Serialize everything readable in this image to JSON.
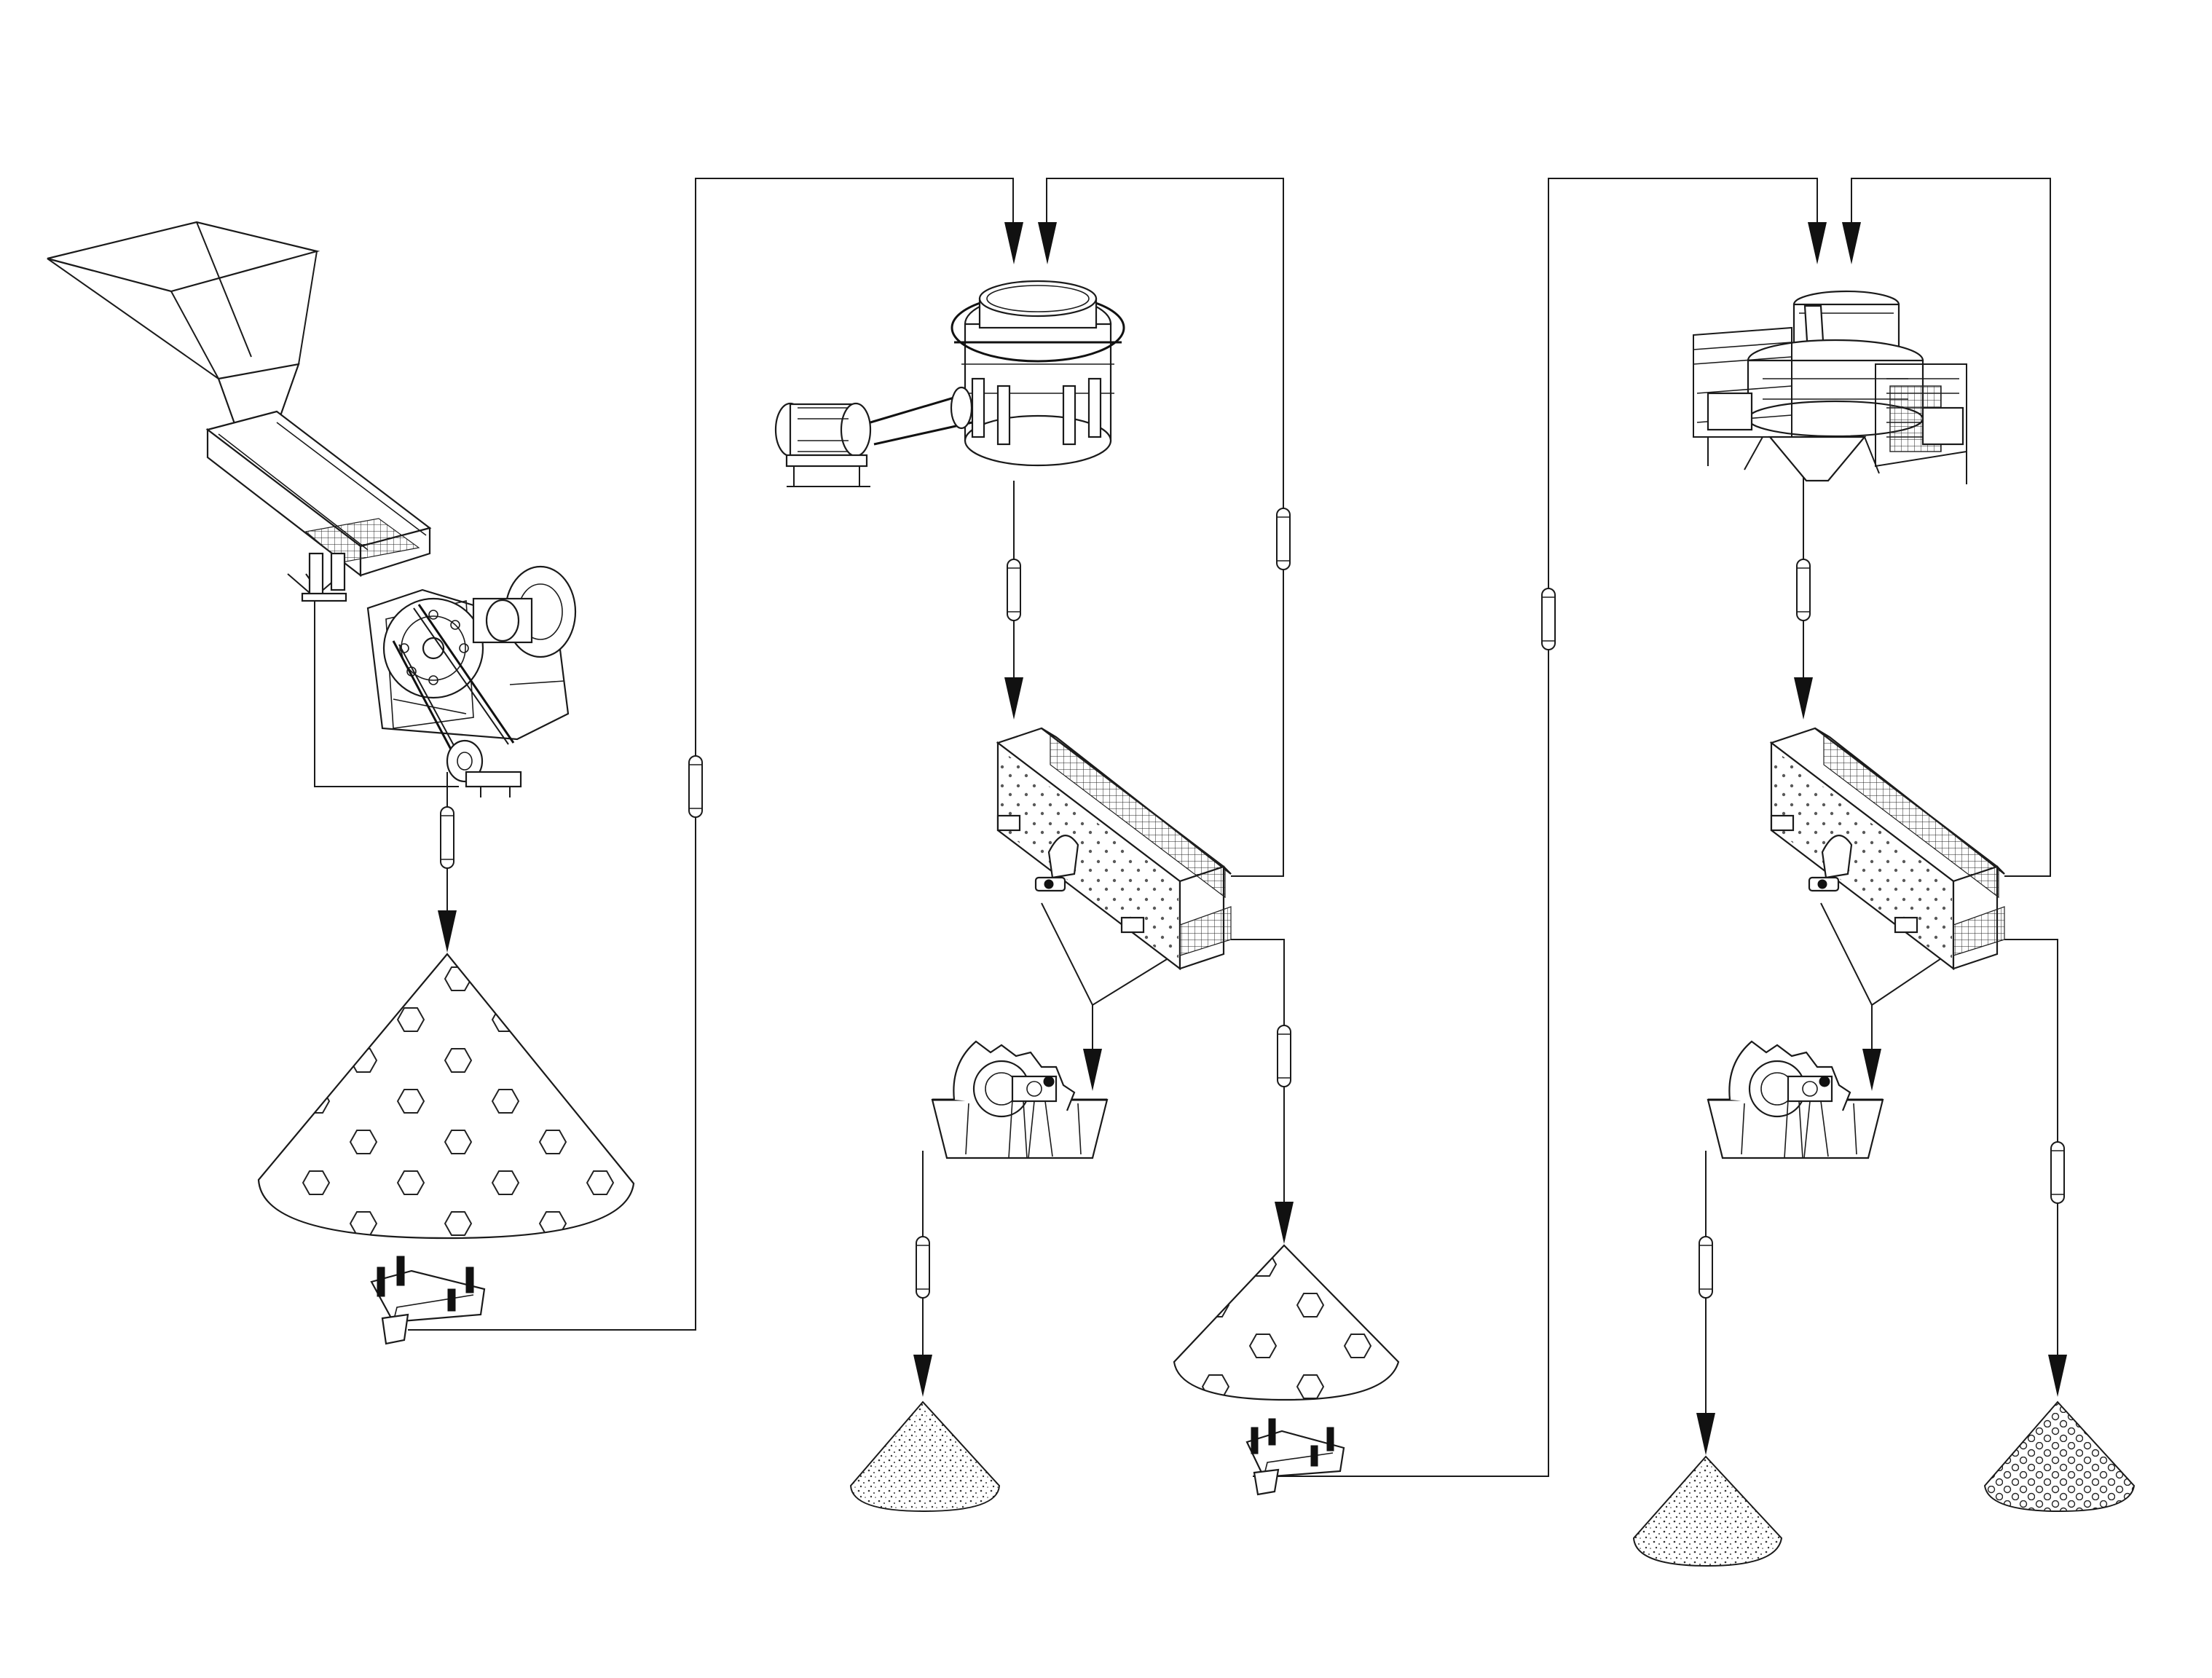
{
  "diagram": {
    "kind": "crushing and sand-making process flow",
    "colors": {
      "line": "#1a1a1a",
      "background": "#ffffff",
      "arrow": "#111111"
    },
    "machines": [
      {
        "id": "feed-hopper",
        "icon": "hopper-icon"
      },
      {
        "id": "vibrating-feeder",
        "icon": "vibrating-feeder-icon"
      },
      {
        "id": "jaw-crusher",
        "icon": "jaw-crusher-icon"
      },
      {
        "id": "cone-crusher",
        "icon": "cone-crusher-icon"
      },
      {
        "id": "vibrating-screen-1",
        "icon": "vibrating-screen-icon"
      },
      {
        "id": "sand-washer-1",
        "icon": "sand-washer-icon"
      },
      {
        "id": "vsi-sand-maker",
        "icon": "sand-making-machine-icon"
      },
      {
        "id": "vibrating-screen-2",
        "icon": "vibrating-screen-icon"
      },
      {
        "id": "sand-washer-2",
        "icon": "sand-washer-icon"
      }
    ],
    "piles": [
      {
        "id": "coarse-stockpile-1",
        "pattern": "hexagon"
      },
      {
        "id": "coarse-stockpile-2",
        "pattern": "hexagon"
      },
      {
        "id": "washed-sand-pile-1",
        "pattern": "stipple"
      },
      {
        "id": "washed-sand-pile-2",
        "pattern": "stipple"
      },
      {
        "id": "fine-aggregate-pile",
        "pattern": "circles"
      }
    ],
    "conveyors": 9
  }
}
